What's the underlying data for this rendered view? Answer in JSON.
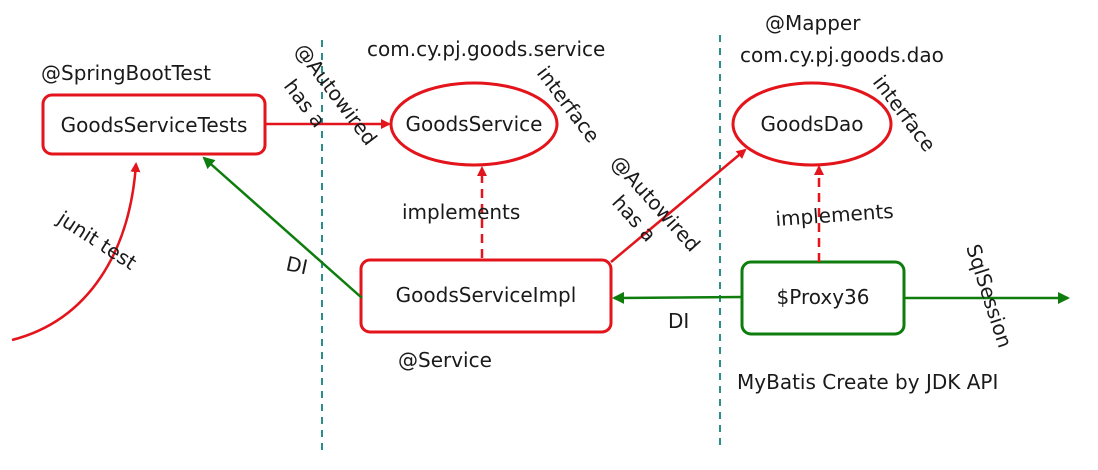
{
  "colors": {
    "red": "#e3141b",
    "green": "#0e7d0e",
    "divider": "#2a8f8a",
    "text": "#1a1a1a"
  },
  "nodes": {
    "tests": "GoodsServiceTests",
    "service": "GoodsService",
    "dao": "GoodsDao",
    "impl": "GoodsServiceImpl",
    "proxy": "$Proxy36"
  },
  "labels": {
    "spring_boot_test": "@SpringBootTest",
    "service_package": "com.cy.pj.goods.service",
    "mapper": "@Mapper",
    "dao_package": "com.cy.pj.goods.dao",
    "interface_service": "interface",
    "interface_dao": "interface",
    "autowired_1": "@Autowired",
    "has_a_1": "has a",
    "autowired_2": "@Autowired",
    "has_a_2": "has a",
    "implements_1": "implements",
    "implements_2": "implements",
    "junit_test": "junit test",
    "di_1": "DI",
    "di_2": "DI",
    "service_annotation": "@Service",
    "sql_session": "SqlSession",
    "mybatis_note": "MyBatis Create by JDK API"
  }
}
